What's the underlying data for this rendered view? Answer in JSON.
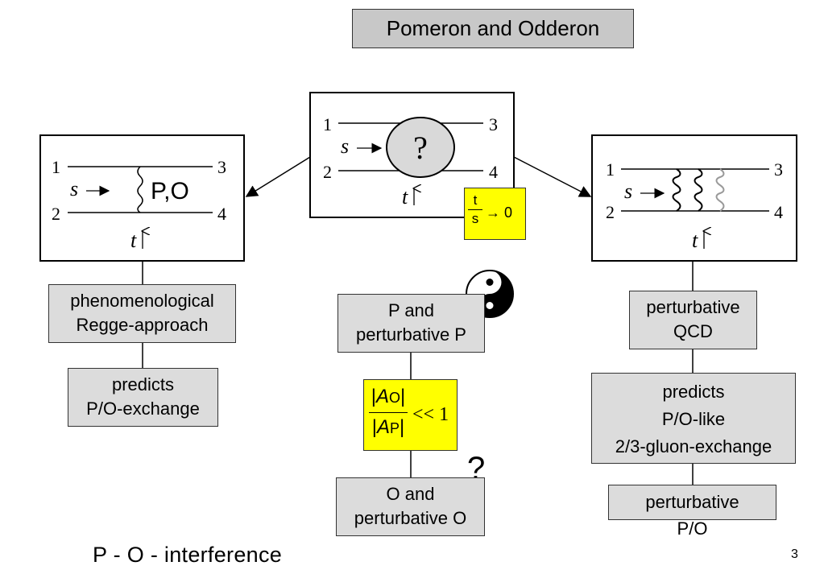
{
  "title": "Pomeron and Odderon",
  "center_diagram": {
    "labels": [
      "1",
      "2",
      "3",
      "4"
    ],
    "s_label": "s",
    "t_label": "t",
    "blob_label": "?",
    "limit": {
      "numerator": "t",
      "denominator": "s",
      "arrow_target": "→ 0"
    }
  },
  "left_diagram": {
    "labels": [
      "1",
      "2",
      "3",
      "4"
    ],
    "s_label": "s",
    "t_label": "t",
    "exchange_label": "P,O"
  },
  "right_diagram": {
    "labels": [
      "1",
      "2",
      "3",
      "4"
    ],
    "s_label": "s",
    "t_label": "t"
  },
  "left_column": {
    "box1": [
      "phenomenological",
      "Regge-approach"
    ],
    "box2": [
      "predicts",
      "P/O-exchange"
    ]
  },
  "middle_column": {
    "box1": [
      "P and",
      "perturbative P"
    ],
    "ratio": {
      "num_A": "A",
      "num_sub": "O",
      "den_A": "A",
      "den_sub": "P",
      "relation": "<< 1"
    },
    "question_mark": "?",
    "box2": [
      "O and",
      "perturbative O"
    ]
  },
  "right_column": {
    "box1": [
      "perturbative",
      "QCD"
    ],
    "box2": [
      "predicts",
      "P/O-like",
      "2/3-gluon-exchange"
    ],
    "box3": [
      "perturbative",
      "P/O"
    ]
  },
  "footer_text": "P - O - interference",
  "page_number": "3",
  "colors": {
    "box_gray": "#dcdcdc",
    "title_gray": "#c8c8c8",
    "highlight": "#ffff00",
    "blob": "#d9d9d9"
  }
}
